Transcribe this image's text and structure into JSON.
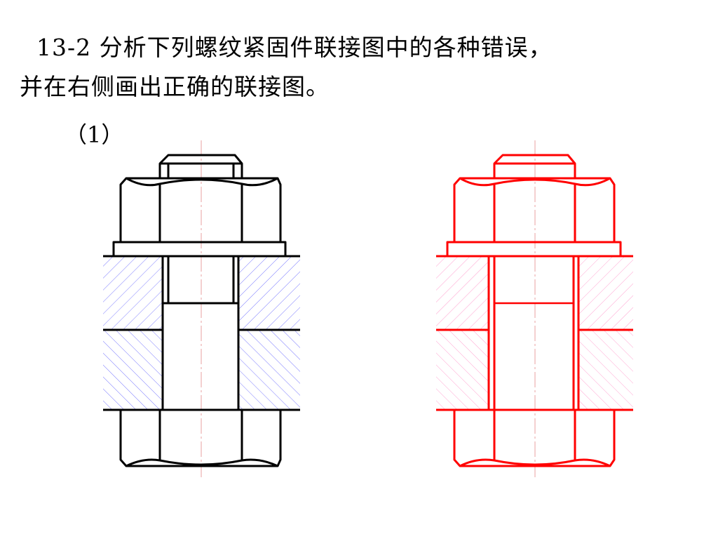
{
  "problem": {
    "line1": "13-2 分析下列螺纹紧固件联接图中的各种错误，",
    "line2": "并在右侧画出正确的联接图。",
    "sub_label": "（1）"
  },
  "colors": {
    "wrong_stroke": "#000000",
    "correct_stroke": "#ff0000",
    "hatch_blue": "#6f6fff",
    "hatch_pink": "#ff99cc",
    "centerline": "#e8a0a0"
  }
}
